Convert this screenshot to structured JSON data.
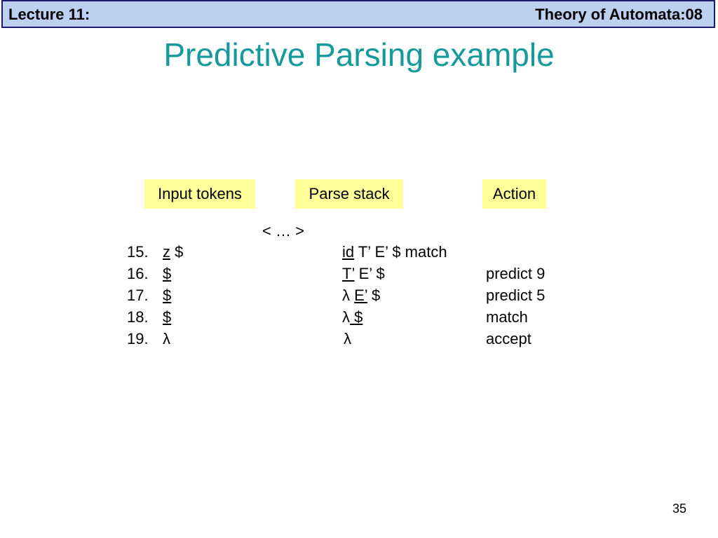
{
  "header": {
    "left": "Lecture 11:",
    "right": "Theory of Automata:08"
  },
  "title": "Predictive Parsing example",
  "labels": {
    "input": "Input tokens",
    "stack": "Parse stack",
    "action": "Action"
  },
  "ellipsis": "< … >",
  "rows": [
    {
      "num": "15.",
      "input_u": "z",
      "input_rest": " $",
      "stack_pre": "",
      "stack_u": "id",
      "stack_rest": " T’ E’ $ match",
      "action": ""
    },
    {
      "num": "16.",
      "input_u": "$",
      "input_rest": "",
      "stack_pre": "",
      "stack_u": "T’",
      "stack_rest": " E’ $",
      "action": "predict 9"
    },
    {
      "num": "17.",
      "input_u": "$",
      "input_rest": "",
      "stack_pre": "λ ",
      "stack_u": "E’",
      "stack_rest": " $",
      "action": "predict 5"
    },
    {
      "num": "18.",
      "input_u": "$",
      "input_rest": "",
      "stack_pre": "λ",
      "stack_u": " $",
      "stack_rest": "",
      "action": "match"
    },
    {
      "num": "19.",
      "input_u": "",
      "input_rest": "λ",
      "stack_pre": " λ",
      "stack_u": "",
      "stack_rest": "",
      "action": "accept"
    }
  ],
  "slide_number": "35"
}
